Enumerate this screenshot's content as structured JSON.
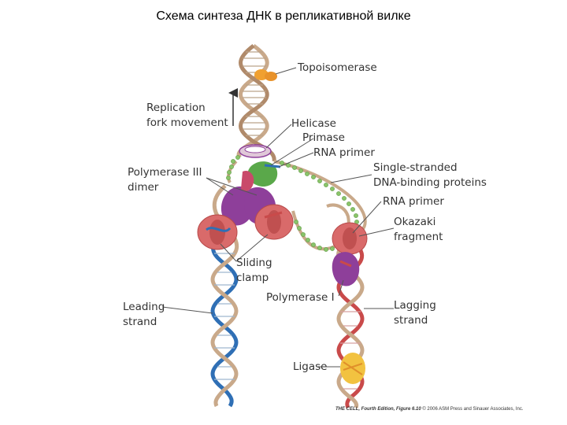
{
  "title": "Схема синтеза ДНК в репликативной вилке",
  "labels": {
    "topoisomerase": "Topoisomerase",
    "replication_1": "Replication",
    "replication_2": "fork movement",
    "helicase": "Helicase",
    "primase": "Primase",
    "rna_primer_1": "RNA primer",
    "ssb_1": "Single-stranded",
    "ssb_2": "DNA-binding proteins",
    "pol3_1": "Polymerase III",
    "pol3_2": "dimer",
    "rna_primer_2": "RNA primer",
    "okazaki_1": "Okazaki",
    "okazaki_2": "fragment",
    "clamp_1": "Sliding",
    "clamp_2": "clamp",
    "pol1": "Polymerase I",
    "leading_1": "Leading",
    "leading_2": "strand",
    "lagging_1": "Lagging",
    "lagging_2": "strand",
    "ligase": "Ligase"
  },
  "credit": {
    "bold": "THE CELL, Fourth Edition, Figure 6.10",
    "rest": "  © 2006 ASM Press and Sinauer Associates, Inc."
  },
  "colors": {
    "tan_strand": "#c9a98a",
    "blue_strand": "#2f6fb5",
    "red_strand": "#c94a4a",
    "clamp": "#d96a6a",
    "polymerase": "#8e3f9a",
    "primase": "#5aa84a",
    "ssb": "#8ac46a",
    "topoisomerase": "#f0a030",
    "ligase": "#f2c240"
  }
}
